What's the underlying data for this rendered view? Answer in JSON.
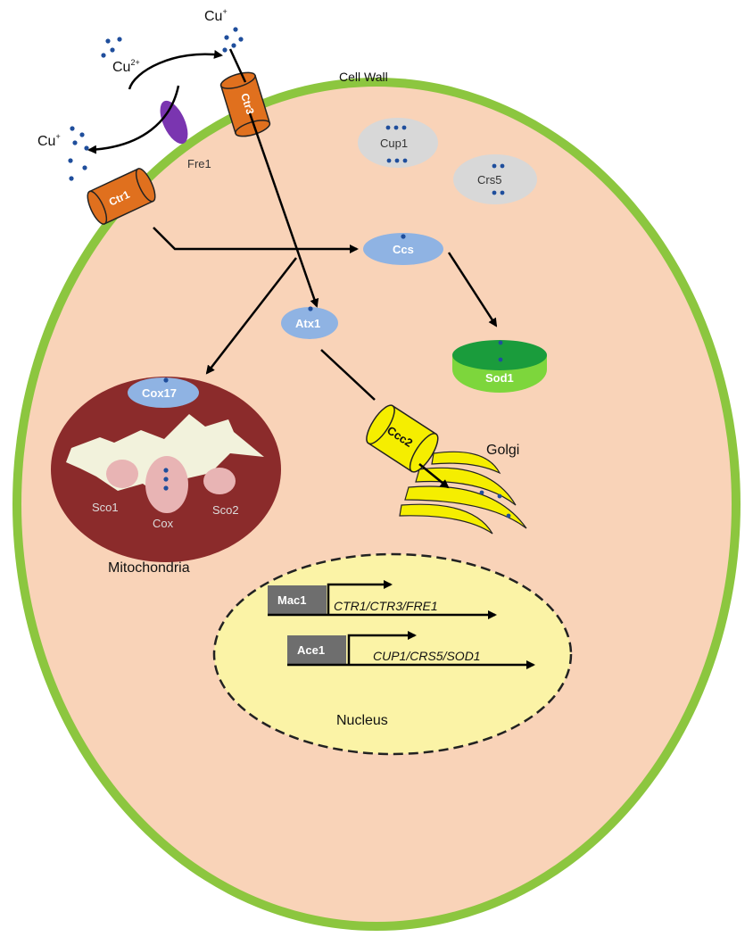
{
  "labels": {
    "cell_wall": "Cell Wall",
    "cu_plus_top": "Cu",
    "cu_plus_top_sup": "+",
    "cu2_plus": "Cu",
    "cu2_plus_sup": "2+",
    "cu_plus_left": "Cu",
    "cu_plus_left_sup": "+",
    "fre1": "Fre1",
    "ctr3": "Ctr3",
    "ctr1": "Ctr1",
    "cup1": "Cup1",
    "crs5": "Crs5",
    "ccs": "Ccs",
    "atx1": "Atx1",
    "sod1": "Sod1",
    "cox17": "Cox17",
    "sco1": "Sco1",
    "cox": "Cox",
    "sco2": "Sco2",
    "mitochondria": "Mitochondria",
    "ccc2": "Ccc2",
    "golgi": "Golgi",
    "mac1": "Mac1",
    "ctr_genes": "CTR1/CTR3/FRE1",
    "ace1": "Ace1",
    "cup_genes": "CUP1/CRS5/SOD1",
    "nucleus": "Nucleus"
  },
  "colors": {
    "cell_wall": "#8cc63f",
    "cytoplasm": "#f9d3b8",
    "transporter": "#e0701e",
    "chaperone": "#8fb3e3",
    "sod1_top": "#1a9c3c",
    "sod1_body": "#7dd63c",
    "metallothionein": "#d8d8d8",
    "mitochondria": "#8b2b2b",
    "mito_inner": "#f2f2dc",
    "sco": "#e8b4b4",
    "ccc2": "#f5ee00",
    "golgi": "#f5ee00",
    "nucleus": "#fbf3a6",
    "gene_box": "#6e6e6e",
    "fre1": "#7a35b0",
    "copper_dot": "#1f4e9c"
  }
}
